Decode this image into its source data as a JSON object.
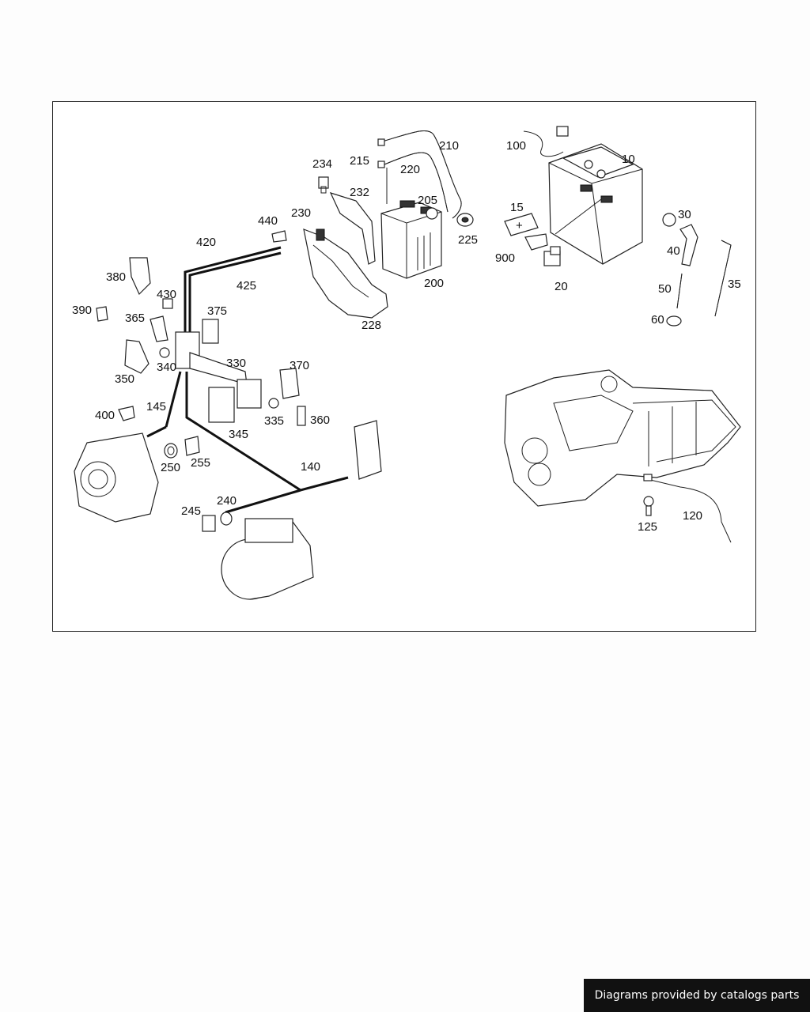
{
  "credit": "Diagrams provided by catalogs parts",
  "part_labels": [
    "10",
    "15",
    "20",
    "30",
    "35",
    "40",
    "50",
    "60",
    "100",
    "120",
    "125",
    "140",
    "145",
    "200",
    "205",
    "210",
    "215",
    "220",
    "225",
    "228",
    "230",
    "232",
    "234",
    "240",
    "245",
    "250",
    "255",
    "330",
    "335",
    "340",
    "345",
    "350",
    "360",
    "365",
    "370",
    "375",
    "380",
    "390",
    "400",
    "420",
    "425",
    "430",
    "440",
    "900"
  ]
}
